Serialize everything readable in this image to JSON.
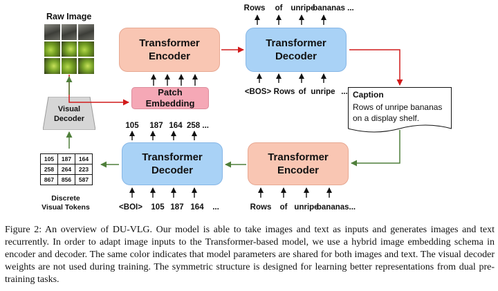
{
  "diagram": {
    "raw_image_label": "Raw Image",
    "visual_decoder_label": "Visual\nDecoder",
    "patch_embedding_label": "Patch\nEmbedding",
    "encoder_top_label": "Transformer\nEncoder",
    "decoder_top_label": "Transformer\nDecoder",
    "decoder_bottom_label": "Transformer\nDecoder",
    "encoder_bottom_label": "Transformer\nEncoder",
    "top_output_tokens": [
      "Rows",
      "of",
      "unripe",
      "bananas ..."
    ],
    "top_input_tokens": [
      "<BOS>",
      "Rows",
      "of",
      "unripe",
      "..."
    ],
    "caption_title": "Caption",
    "caption_text": "Rows of unripe bananas on a display shelf.",
    "bottom_output_tokens": [
      "105",
      "187",
      "164",
      "258 ..."
    ],
    "bottom_input_tokens": [
      "<BOI>",
      "105",
      "187",
      "164",
      "..."
    ],
    "encoder_bottom_input_tokens": [
      "Rows",
      "of",
      "unripe",
      "bananas..."
    ],
    "visual_token_grid": [
      [
        "105",
        "187",
        "164"
      ],
      [
        "258",
        "264",
        "223"
      ],
      [
        "867",
        "856",
        "587"
      ]
    ],
    "visual_tokens_label": "Discrete\nVisual Tokens",
    "colors": {
      "encoder": "#f9c6b3",
      "decoder": "#a9d2f6",
      "patch": "#f5a8b6",
      "red_arrow": "#d11a1a",
      "green_arrow": "#4f7f3a"
    }
  },
  "figure_caption": "Figure 2: An overview of DU-VLG. Our model is able to take images and text as inputs and generates images and text recurrently. In order to adapt image inputs to the Transformer-based model, we use a hybrid image embedding schema in encoder and decoder. The same color indicates that model parameters are shared for both images and text. The visual decoder weights are not used during training. The symmetric structure is designed for learning better representations from dual pre-training tasks."
}
